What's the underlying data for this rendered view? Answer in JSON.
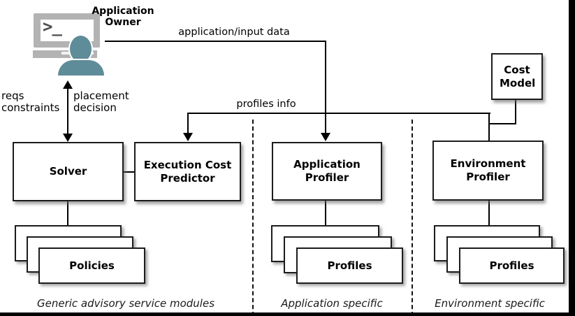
{
  "actor": {
    "label": "Application Owner",
    "terminal_glyph": ">_"
  },
  "edges": {
    "application_input_data": "application/input data",
    "profiles_info": "profiles info",
    "reqs_constraints": "reqs constraints",
    "placement_decision": "placement decision"
  },
  "nodes": {
    "solver": "Solver",
    "execution_cost_predictor": "Execution Cost Predictor",
    "application_profiler": "Application Profiler",
    "environment_profiler": "Environment Profiler",
    "cost_model": "Cost Model"
  },
  "stacks": {
    "policies": "Policies",
    "application_profiles": "Profiles",
    "environment_profiles": "Profiles"
  },
  "sections": {
    "generic": "Generic advisory service modules",
    "application": "Application specific",
    "environment": "Environment specific"
  },
  "colors": {
    "person_teal": "#5E8C99",
    "monitor_gray": "#B3B3B3",
    "terminal_text_gray": "#4D4D4D",
    "line_black": "#000000",
    "box_border": "#1C1C1C",
    "background": "#FFFFFF"
  }
}
